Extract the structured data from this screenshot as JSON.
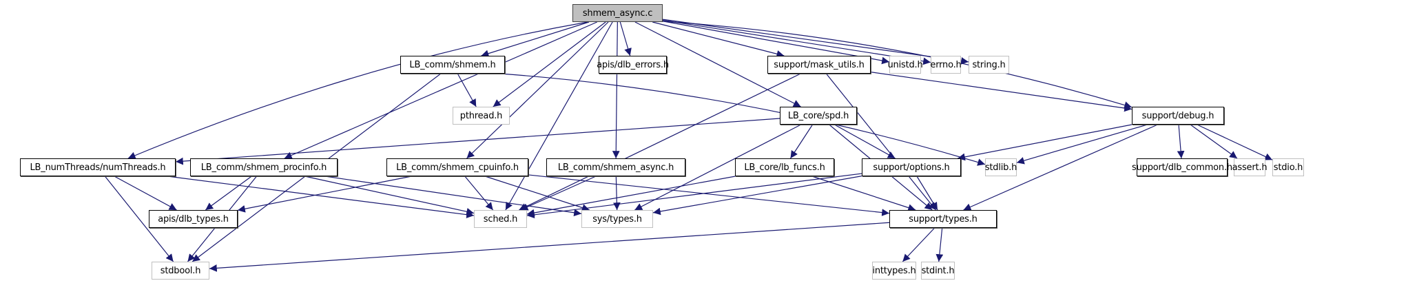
{
  "title": "shmem_async.c include dependency graph",
  "colors": {
    "edge": "#191970",
    "root_fill": "#bfbfbf",
    "doc_border": "#000000",
    "ext_border": "#bfbfbf"
  },
  "nodes": [
    {
      "id": "root",
      "label": "shmem_async.c",
      "kind": "root"
    },
    {
      "id": "lbshmem",
      "label": "LB_comm/shmem.h",
      "kind": "doc"
    },
    {
      "id": "errors",
      "label": "apis/dlb_errors.h",
      "kind": "doc"
    },
    {
      "id": "mask",
      "label": "support/mask_utils.h",
      "kind": "doc"
    },
    {
      "id": "unistd",
      "label": "unistd.h",
      "kind": "ext"
    },
    {
      "id": "errno",
      "label": "errno.h",
      "kind": "ext"
    },
    {
      "id": "string",
      "label": "string.h",
      "kind": "ext"
    },
    {
      "id": "pthread",
      "label": "pthread.h",
      "kind": "ext"
    },
    {
      "id": "spd",
      "label": "LB_core/spd.h",
      "kind": "doc"
    },
    {
      "id": "debug",
      "label": "support/debug.h",
      "kind": "doc"
    },
    {
      "id": "numthreads",
      "label": "LB_numThreads/numThreads.h",
      "kind": "doc"
    },
    {
      "id": "procinfo",
      "label": "LB_comm/shmem_procinfo.h",
      "kind": "doc"
    },
    {
      "id": "cpuinfo",
      "label": "LB_comm/shmem_cpuinfo.h",
      "kind": "doc"
    },
    {
      "id": "shasync",
      "label": "LB_comm/shmem_async.h",
      "kind": "doc"
    },
    {
      "id": "lbfuncs",
      "label": "LB_core/lb_funcs.h",
      "kind": "doc"
    },
    {
      "id": "options",
      "label": "support/options.h",
      "kind": "doc"
    },
    {
      "id": "stdlib",
      "label": "stdlib.h",
      "kind": "ext"
    },
    {
      "id": "dlbcommon",
      "label": "support/dlb_common.h",
      "kind": "doc"
    },
    {
      "id": "assert",
      "label": "assert.h",
      "kind": "ext"
    },
    {
      "id": "stdio",
      "label": "stdio.h",
      "kind": "ext"
    },
    {
      "id": "dlbtypes",
      "label": "apis/dlb_types.h",
      "kind": "doc"
    },
    {
      "id": "sched",
      "label": "sched.h",
      "kind": "ext"
    },
    {
      "id": "systypes",
      "label": "sys/types.h",
      "kind": "ext"
    },
    {
      "id": "suptypes",
      "label": "support/types.h",
      "kind": "doc"
    },
    {
      "id": "stdbool",
      "label": "stdbool.h",
      "kind": "ext"
    },
    {
      "id": "inttypes",
      "label": "inttypes.h",
      "kind": "ext"
    },
    {
      "id": "stdint",
      "label": "stdint.h",
      "kind": "ext"
    }
  ],
  "edges": [
    [
      "root",
      "lbshmem"
    ],
    [
      "root",
      "errors"
    ],
    [
      "root",
      "mask"
    ],
    [
      "root",
      "unistd"
    ],
    [
      "root",
      "errno"
    ],
    [
      "root",
      "string"
    ],
    [
      "root",
      "pthread"
    ],
    [
      "root",
      "spd"
    ],
    [
      "root",
      "debug"
    ],
    [
      "root",
      "numthreads"
    ],
    [
      "root",
      "procinfo"
    ],
    [
      "root",
      "cpuinfo"
    ],
    [
      "root",
      "shasync"
    ],
    [
      "root",
      "sched"
    ],
    [
      "lbshmem",
      "pthread"
    ],
    [
      "lbshmem",
      "stdlib"
    ],
    [
      "lbshmem",
      "stdbool"
    ],
    [
      "mask",
      "sched"
    ],
    [
      "mask",
      "suptypes"
    ],
    [
      "mask",
      "debug"
    ],
    [
      "spd",
      "numthreads"
    ],
    [
      "spd",
      "lbfuncs"
    ],
    [
      "spd",
      "options"
    ],
    [
      "spd",
      "systypes"
    ],
    [
      "spd",
      "suptypes"
    ],
    [
      "debug",
      "options"
    ],
    [
      "debug",
      "stdlib"
    ],
    [
      "debug",
      "dlbcommon"
    ],
    [
      "debug",
      "assert"
    ],
    [
      "debug",
      "stdio"
    ],
    [
      "debug",
      "suptypes"
    ],
    [
      "numthreads",
      "dlbtypes"
    ],
    [
      "numthreads",
      "stdbool"
    ],
    [
      "numthreads",
      "sched"
    ],
    [
      "procinfo",
      "dlbtypes"
    ],
    [
      "procinfo",
      "stdbool"
    ],
    [
      "procinfo",
      "sched"
    ],
    [
      "procinfo",
      "systypes"
    ],
    [
      "cpuinfo",
      "dlbtypes"
    ],
    [
      "cpuinfo",
      "sched"
    ],
    [
      "cpuinfo",
      "systypes"
    ],
    [
      "cpuinfo",
      "suptypes"
    ],
    [
      "shasync",
      "sched"
    ],
    [
      "shasync",
      "systypes"
    ],
    [
      "lbfuncs",
      "sched"
    ],
    [
      "lbfuncs",
      "suptypes"
    ],
    [
      "options",
      "sched"
    ],
    [
      "options",
      "systypes"
    ],
    [
      "options",
      "suptypes"
    ],
    [
      "suptypes",
      "stdbool"
    ],
    [
      "suptypes",
      "inttypes"
    ],
    [
      "suptypes",
      "stdint"
    ]
  ]
}
